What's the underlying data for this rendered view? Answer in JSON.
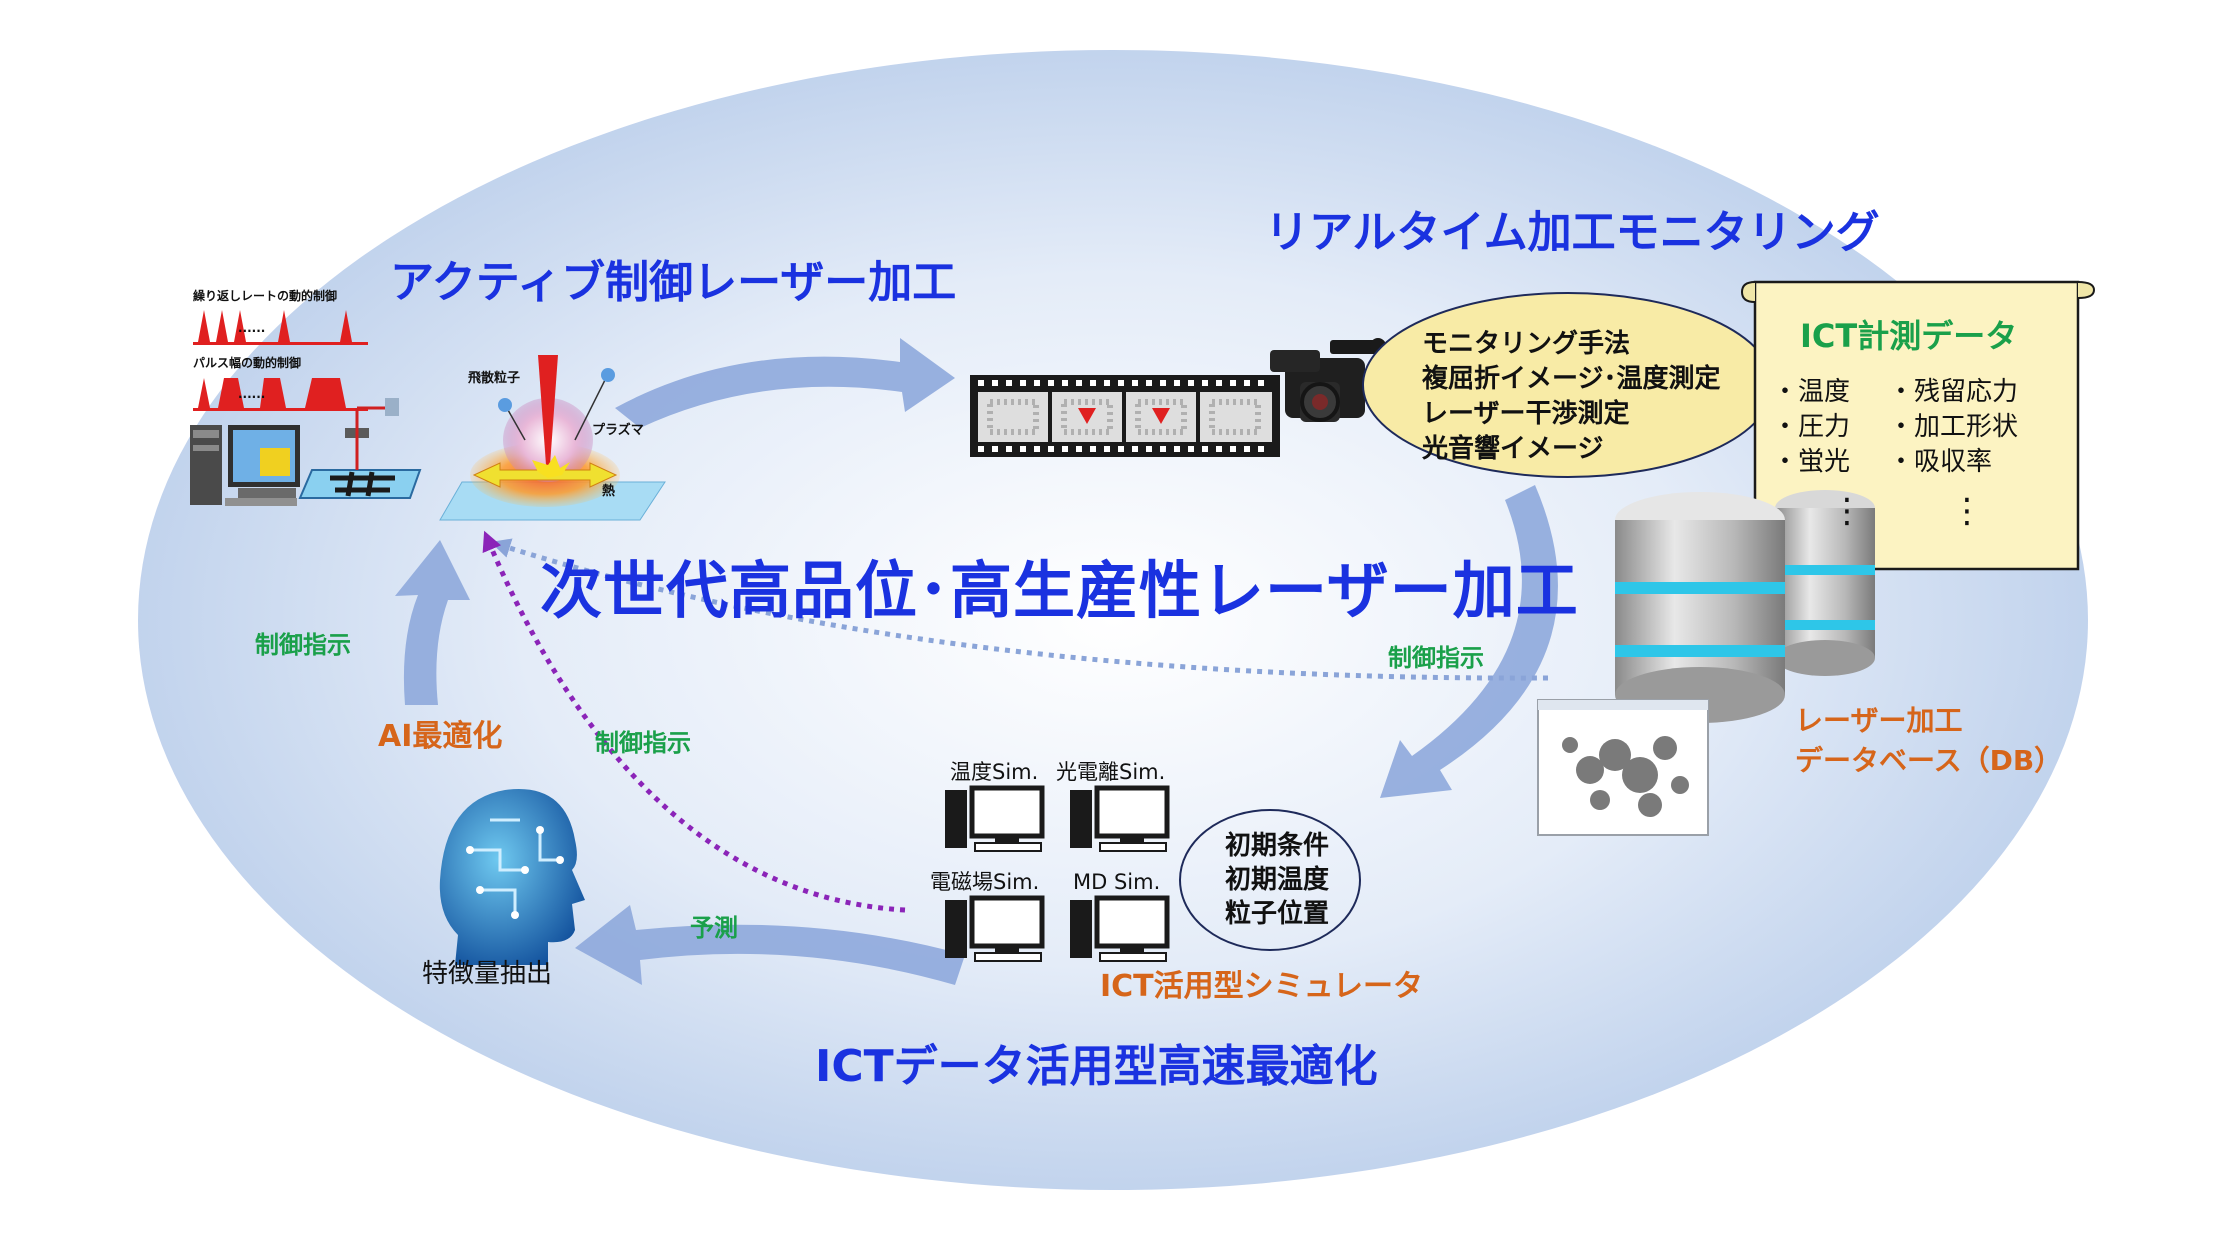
{
  "main_title": "次世代高品位･高生産性レーザー加工",
  "sections": {
    "active_control": "アクティブ制御レーザー加工",
    "realtime_monitoring": "リアルタイム加工モニタリング",
    "ict_optimization": "ICTデータ活用型高速最適化"
  },
  "active_panel": {
    "rep_rate_label": "繰り返しレートの動的制御",
    "pulse_width_label": "パルス幅の動的制御",
    "ellipsis": "......",
    "particles_label": "飛散粒子",
    "plasma_label": "プラズマ",
    "heat_label": "熱"
  },
  "monitoring_bubble": {
    "lines": [
      "モニタリング手法",
      "複屈折イメージ･温度測定",
      "レーザー干渉測定",
      "光音響イメージ"
    ]
  },
  "ict_scroll": {
    "title": "ICT計測データ",
    "col1": [
      "・温度",
      "・圧力",
      "・蛍光"
    ],
    "col2": [
      "・残留応力",
      "・加工形状",
      "・吸収率"
    ],
    "dots": "⋮"
  },
  "database": {
    "line1": "レーザー加工",
    "line2": "データベース（DB）"
  },
  "arrows": {
    "control_1": "制御指示",
    "control_2": "制御指示",
    "control_3": "制御指示",
    "predict": "予測"
  },
  "ai": {
    "title": "AI最適化",
    "feature": "特徴量抽出"
  },
  "simulator": {
    "temp_sim": "温度Sim.",
    "photo_sim": "光電離Sim.",
    "em_sim": "電磁場Sim.",
    "md_sim": "MD Sim.",
    "label": "ICT活用型シミュレータ",
    "initial": [
      "初期条件",
      "初期温度",
      "粒子位置"
    ]
  },
  "colors": {
    "title_blue": "#1a32e0",
    "label_green": "#1aa04a",
    "label_orange": "#d6651a",
    "arrow_blue": "#8ea9dc",
    "dotted_purple": "#8b24b8",
    "dotted_blue": "#8aa4d8"
  }
}
